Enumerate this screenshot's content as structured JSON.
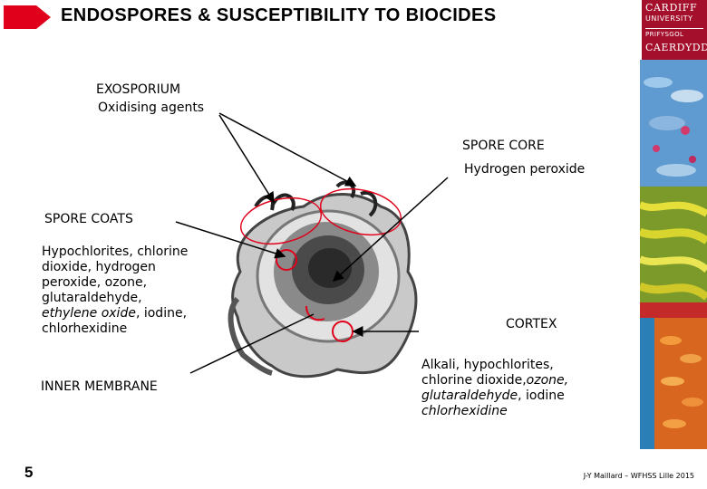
{
  "slide": {
    "title": "ENDOSPORES & SUSCEPTIBILITY TO BIOCIDES",
    "page_number": "5",
    "credit": "J-Y Maillard – WFHSS Lille 2015"
  },
  "logo": {
    "line1": "CARDIFF",
    "line2": "UNIVERSITY",
    "line3": "PRIFYSGOL",
    "line4": "CAERDYDD",
    "color": "#a40f2c"
  },
  "labels": {
    "exosporium": {
      "name": "EXOSPORIUM",
      "agents": "Oxidising agents"
    },
    "spore_core": {
      "name": "SPORE CORE",
      "agents": "Hydrogen peroxide"
    },
    "spore_coats": {
      "name": "SPORE COATS",
      "agents_lines": [
        "Hypochlorites, chlorine",
        "dioxide, hydrogen",
        "peroxide, ozone,",
        "glutaraldehyde,"
      ],
      "agents_italic": "ethylene oxide",
      "agents_after_italic": ", iodine,",
      "agents_last": "chlorhexidine"
    },
    "cortex": {
      "name": "CORTEX",
      "line1": "Alkali, hypochlorites,",
      "line2_plain": "chlorine dioxide,",
      "line2_italic": "ozone,",
      "line3_italic": "glutaraldehyde",
      "line3_plain": ", iodine",
      "line4_italic": "chlorhexidine"
    },
    "inner_membrane": {
      "name": "INNER MEMBRANE"
    }
  },
  "colors": {
    "accent_red": "#e0001b",
    "arrow": "#000000"
  }
}
